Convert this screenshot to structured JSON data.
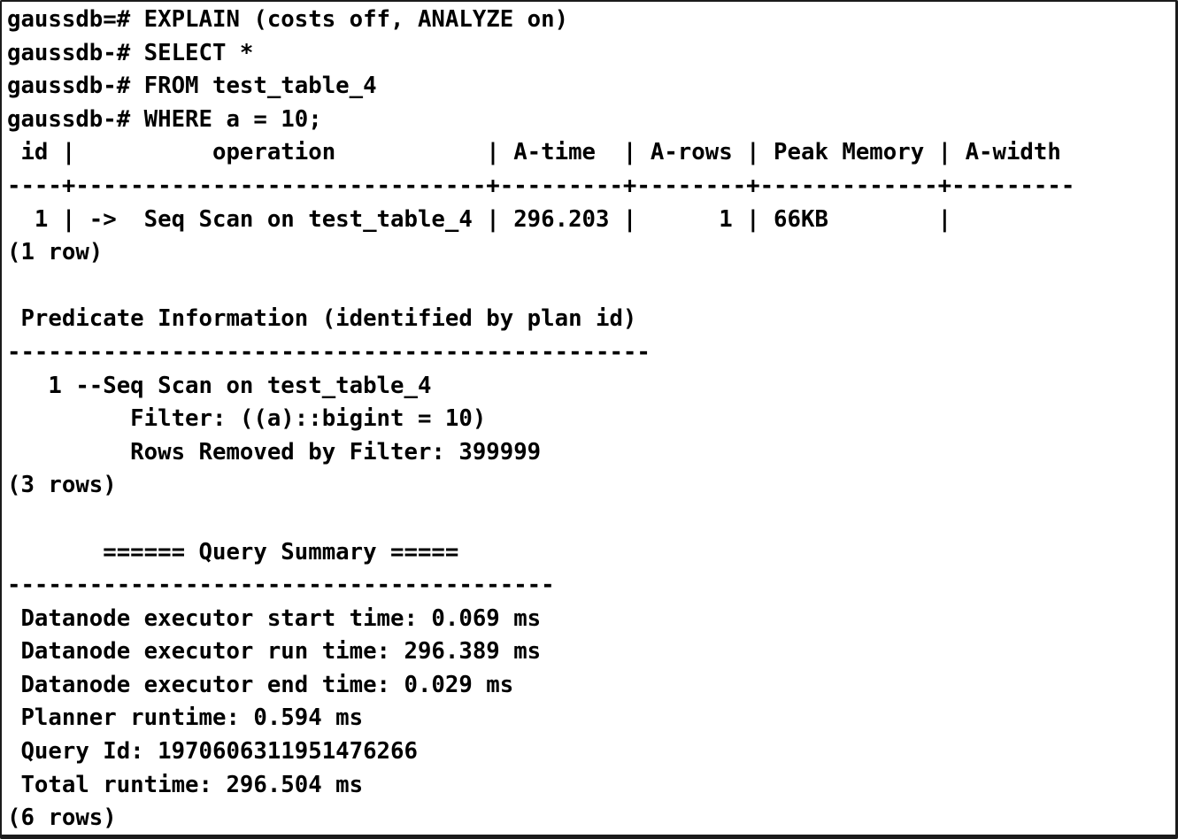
{
  "terminal": {
    "background_color": "#ffffff",
    "text_color": "#000000",
    "prompt_first": "gaussdb=#",
    "prompt_continuation": "gaussdb-#",
    "lines": [
      "gaussdb=# EXPLAIN (costs off, ANALYZE on)",
      "gaussdb-# SELECT *",
      "gaussdb-# FROM test_table_4",
      "gaussdb-# WHERE a = 10;",
      " id |          operation           | A-time  | A-rows | Peak Memory | A-width",
      "----+------------------------------+---------+--------+-------------+---------",
      "  1 | ->  Seq Scan on test_table_4 | 296.203 |      1 | 66KB        |",
      "(1 row)",
      "",
      " Predicate Information (identified by plan id)",
      "-----------------------------------------------",
      "   1 --Seq Scan on test_table_4",
      "         Filter: ((a)::bigint = 10)",
      "         Rows Removed by Filter: 399999",
      "(3 rows)",
      "",
      "       ====== Query Summary =====",
      "----------------------------------------",
      " Datanode executor start time: 0.069 ms",
      " Datanode executor run time: 296.389 ms",
      " Datanode executor end time: 0.029 ms",
      " Planner runtime: 0.594 ms",
      " Query Id: 1970606311951476266",
      " Total runtime: 296.504 ms",
      "(6 rows)"
    ]
  },
  "statement": {
    "line1": "EXPLAIN (costs off, ANALYZE on)",
    "line2": "SELECT *",
    "line3": "FROM test_table_4",
    "line4": "WHERE a = 10;"
  },
  "plan_table": {
    "columns": [
      "id",
      "operation",
      "A-time",
      "A-rows",
      "Peak Memory",
      "A-width"
    ],
    "rows": [
      {
        "id": "1",
        "operation": "->  Seq Scan on test_table_4",
        "a_time": "296.203",
        "a_rows": "1",
        "peak_memory": "66KB",
        "a_width": ""
      }
    ],
    "row_count_label": "(1 row)"
  },
  "predicate_information": {
    "title": "Predicate Information (identified by plan id)",
    "entries": [
      "1 --Seq Scan on test_table_4",
      "Filter: ((a)::bigint = 10)",
      "Rows Removed by Filter: 399999"
    ],
    "row_count_label": "(3 rows)"
  },
  "query_summary": {
    "title": "====== Query Summary =====",
    "entries": [
      {
        "label": "Datanode executor start time",
        "value": "0.069 ms"
      },
      {
        "label": "Datanode executor run time",
        "value": "296.389 ms"
      },
      {
        "label": "Datanode executor end time",
        "value": "0.029 ms"
      },
      {
        "label": "Planner runtime",
        "value": "0.594 ms"
      },
      {
        "label": "Query Id",
        "value": "1970606311951476266"
      },
      {
        "label": "Total runtime",
        "value": "296.504 ms"
      }
    ],
    "row_count_label": "(6 rows)"
  }
}
